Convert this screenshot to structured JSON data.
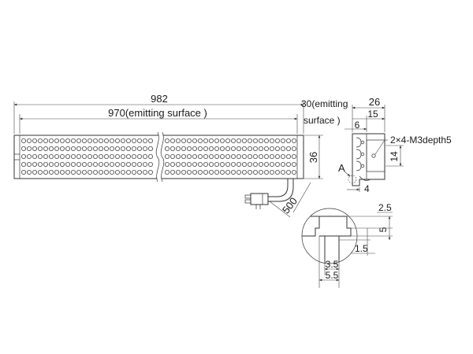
{
  "drawing": {
    "dimensions": {
      "overall_length": "982",
      "emitting_length": "970(emitting surface )",
      "emitting_width_line1": "30(emitting",
      "emitting_width_line2": "surface )",
      "height": "36",
      "cable_length": "500",
      "profile_width": "26",
      "profile_inner": "15",
      "profile_gap": "6",
      "mounting_holes": "2×4-M3depth5",
      "hole_spacing": "14",
      "profile_base": "4",
      "detail_label": "A",
      "slot_depth": "2.5",
      "slot_height": "5",
      "slot_lip": "1.5",
      "slot_inner_width": "3.5",
      "slot_outer_width": "5.5"
    }
  }
}
